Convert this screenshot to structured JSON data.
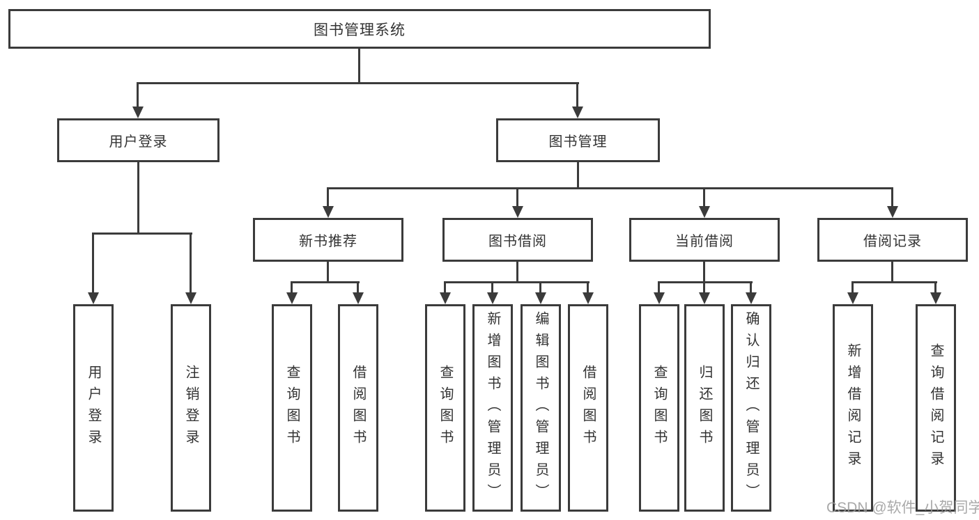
{
  "tree": {
    "root": "图书管理系统",
    "branches": [
      {
        "label": "用户登录",
        "leaves": [
          "用户登录",
          "注销登录"
        ]
      },
      {
        "label": "图书管理",
        "children": [
          {
            "label": "新书推荐",
            "leaves": [
              "查询图书",
              "借阅图书"
            ]
          },
          {
            "label": "图书借阅",
            "leaves": [
              "查询图书",
              "新增图书（管理员）",
              "编辑图书（管理员）",
              "借阅图书"
            ]
          },
          {
            "label": "当前借阅",
            "leaves": [
              "查询图书",
              "归还图书",
              "确认归还（管理员）"
            ]
          },
          {
            "label": "借阅记录",
            "leaves": [
              "新增借阅记录",
              "查询借阅记录"
            ]
          }
        ]
      }
    ]
  },
  "watermark": "CSDN @软件_小贺同学",
  "colors": {
    "line": "#3b3b3b",
    "text": "#333333",
    "background": "#ffffff",
    "watermark": "#9b9b9b"
  }
}
